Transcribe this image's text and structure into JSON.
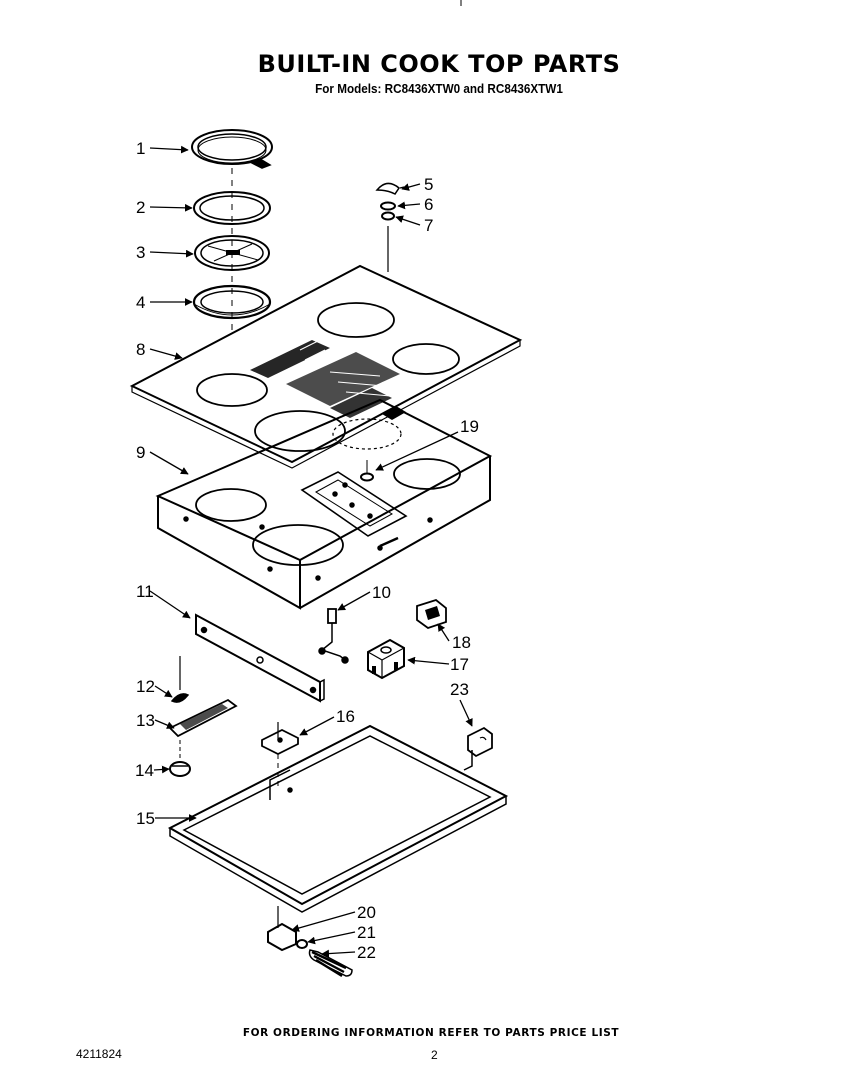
{
  "title": "BUILT-IN COOK TOP PARTS",
  "subtitle": "For Models: RC8436XTW0 and RC8436XTW1",
  "callouts": [
    "1",
    "2",
    "3",
    "4",
    "5",
    "6",
    "7",
    "8",
    "9",
    "10",
    "11",
    "12",
    "13",
    "14",
    "15",
    "16",
    "17",
    "18",
    "19",
    "20",
    "21",
    "22",
    "23"
  ],
  "footer": {
    "ordering_note": "FOR ORDERING INFORMATION REFER TO PARTS PRICE LIST",
    "doc_number": "4211824",
    "page_number": "2"
  }
}
